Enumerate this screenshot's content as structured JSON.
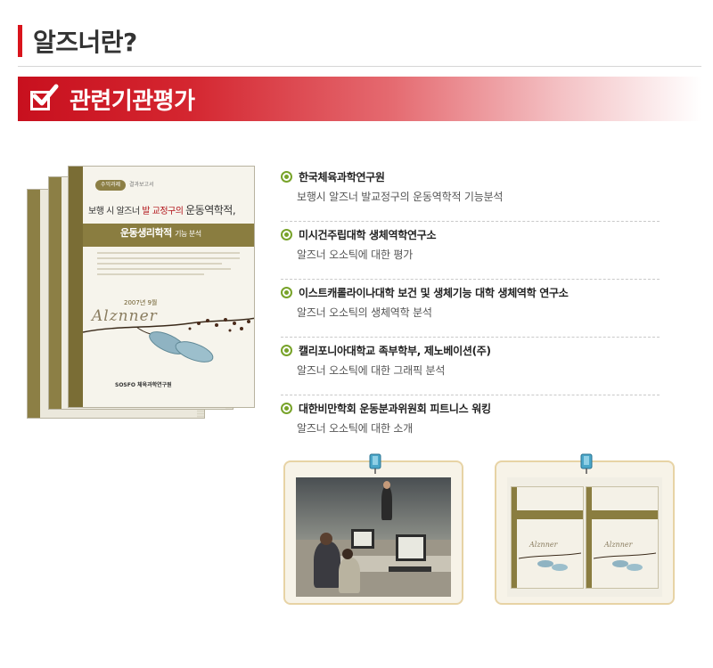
{
  "header": {
    "title": "알즈너란?"
  },
  "banner": {
    "title": "관련기관평가"
  },
  "report_book": {
    "badge": "수익과제",
    "badge_sub": "결과보고서",
    "title_line1_a": "보행 시 알즈너",
    "title_line1_red": "발 교정구의",
    "title_line1_b": "운동역학적,",
    "title_line2": "운동생리학적",
    "title_line2_small": "기능 분석",
    "year": "2007년 9월",
    "brand": "Alznner",
    "footer": "SOSFO 체육과학연구원"
  },
  "agencies": [
    {
      "name": "한국체육과학연구원",
      "desc": "보행시 알즈너 발교정구의 운동역학적 기능분석"
    },
    {
      "name": "미시건주립대학 생체역학연구소",
      "desc": "알즈너 오소틱에 대한 평가"
    },
    {
      "name": "이스트캐롤라이나대학 보건 및 생체기능 대학 생체역학 연구소",
      "desc": "알즈너 오소틱의 생체역학 분석"
    },
    {
      "name": "캘리포니아대학교 족부학부, 제노베이션(주)",
      "desc": "알즈너 오소틱에 대한 그래픽 분석"
    },
    {
      "name": "대한비만학회 운동분과위원회 피트니스 워킹",
      "desc": "알즈너 오소틱에 대한 소개"
    }
  ],
  "colors": {
    "accent_red": "#d9141c",
    "olive": "#8a7d40",
    "icon_green": "#78a32a",
    "frame_border": "#e7d3a5"
  }
}
